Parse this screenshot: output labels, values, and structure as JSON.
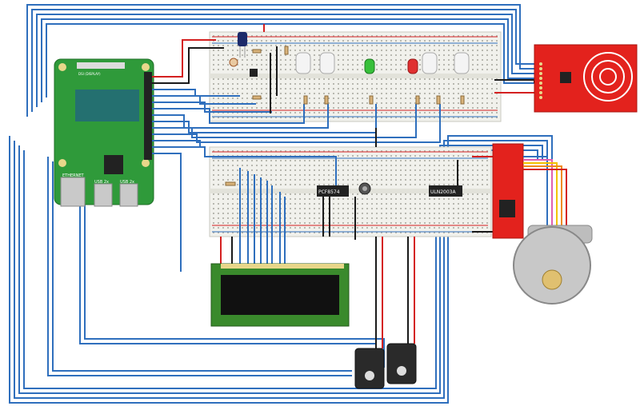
{
  "colors": {
    "wire_blue": "#2f6fbd",
    "wire_red": "#d42020",
    "wire_black": "#1a1a1a",
    "wire_yellow": "#f2c200",
    "wire_orange": "#f08a1e",
    "wire_pink": "#e060b0",
    "breadboard": "#f1f1ec",
    "rpi_green": "#2f9a3a",
    "rfid_red": "#e3221d",
    "lcd_green": "#3a8a2c"
  },
  "labels": {
    "pcf_chip": "PCF8574",
    "uln_chip": "ULN2003A",
    "rpi_ethernet": "ETHERNET",
    "rpi_usb_a": "USB 2x",
    "rpi_usb_b": "USB 2x",
    "rpi_display": "DSI (DISPLAY)"
  },
  "icons": {
    "raspberry_pi": "raspberry-pi-board",
    "rfid": "rfid-reader-module",
    "lcd": "lcd-16x2-display",
    "stepper": "stepper-motor",
    "servo": "servo-motor",
    "led": "led",
    "potentiometer": "potentiometer"
  }
}
